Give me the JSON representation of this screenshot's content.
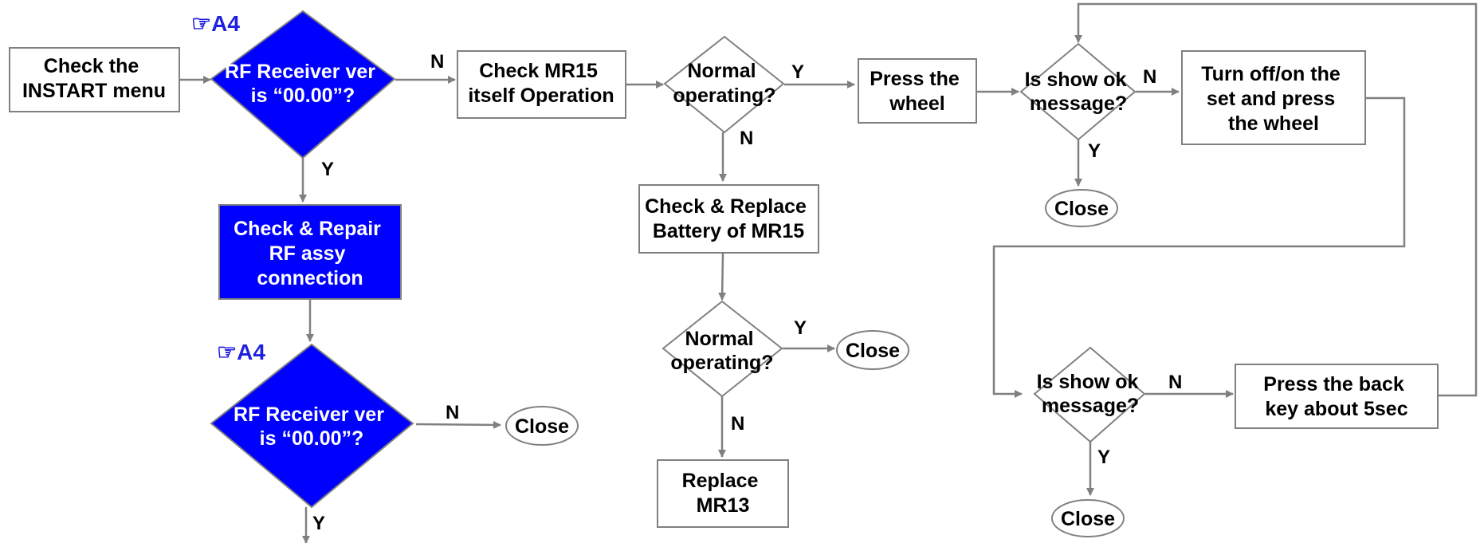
{
  "colors": {
    "accent_blue": "#0000ff",
    "ref_blue": "#1f1fe0",
    "connector_gray": "#808080"
  },
  "nodes": {
    "check_instart": {
      "lines": [
        "Check the",
        "INSTART menu"
      ]
    },
    "rf_check_1": {
      "ref": "☞A4",
      "lines": [
        "RF Receiver ver",
        "is “00.00”?"
      ]
    },
    "repair_rf": {
      "lines": [
        "Check & Repair",
        "RF assy",
        "connection"
      ]
    },
    "rf_check_2": {
      "ref": "☞A4",
      "lines": [
        "RF Receiver ver",
        "is “00.00”?"
      ]
    },
    "close_rf2": {
      "label": "Close"
    },
    "check_mr15": {
      "lines": [
        "Check MR15",
        "itself Operation"
      ]
    },
    "normal_op_1": {
      "lines": [
        "Normal",
        "operating?"
      ]
    },
    "check_battery": {
      "lines": [
        "Check & Replace",
        "Battery of MR15"
      ]
    },
    "normal_op_2": {
      "lines": [
        "Normal",
        "operating?"
      ]
    },
    "close_op2": {
      "label": "Close"
    },
    "replace_mr13": {
      "lines": [
        "Replace",
        "MR13"
      ]
    },
    "press_wheel": {
      "lines": [
        "Press the",
        "wheel"
      ]
    },
    "show_ok_1": {
      "lines": [
        "Is show ok",
        "message?"
      ]
    },
    "close_ok1": {
      "label": "Close"
    },
    "turn_off_on": {
      "lines": [
        "Turn off/on the",
        "set and press",
        "the wheel"
      ]
    },
    "show_ok_2": {
      "lines": [
        "Is show ok",
        "message?"
      ]
    },
    "close_ok2": {
      "label": "Close"
    },
    "press_back": {
      "lines": [
        "Press the back",
        "key about 5sec"
      ]
    }
  },
  "edge_labels": {
    "yes": "Y",
    "no": "N"
  }
}
